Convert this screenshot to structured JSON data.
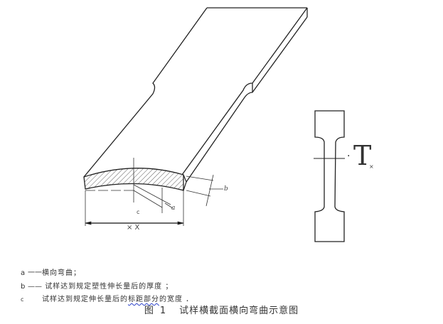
{
  "diagram": {
    "labels": {
      "a": "a",
      "b": "b",
      "c": "c",
      "x_mark": "× X"
    },
    "inset": {
      "symbol": "T",
      "dot": "·",
      "subscript": "×"
    }
  },
  "legend": [
    {
      "key": "a",
      "dash": "一一",
      "text": "横向弯曲；"
    },
    {
      "key": "b",
      "dash": "——",
      "text": "试样达到规定塑性伸长量后的厚度 ；"
    },
    {
      "key": "c",
      "dash": "",
      "text_before": "试样达到规定伸长量后的",
      "text_underlined": "标距部分",
      "text_after": "的宽度 ．"
    }
  ],
  "caption": {
    "label": "图",
    "number": "1",
    "title": "试样横截面横向弯曲示意图"
  }
}
